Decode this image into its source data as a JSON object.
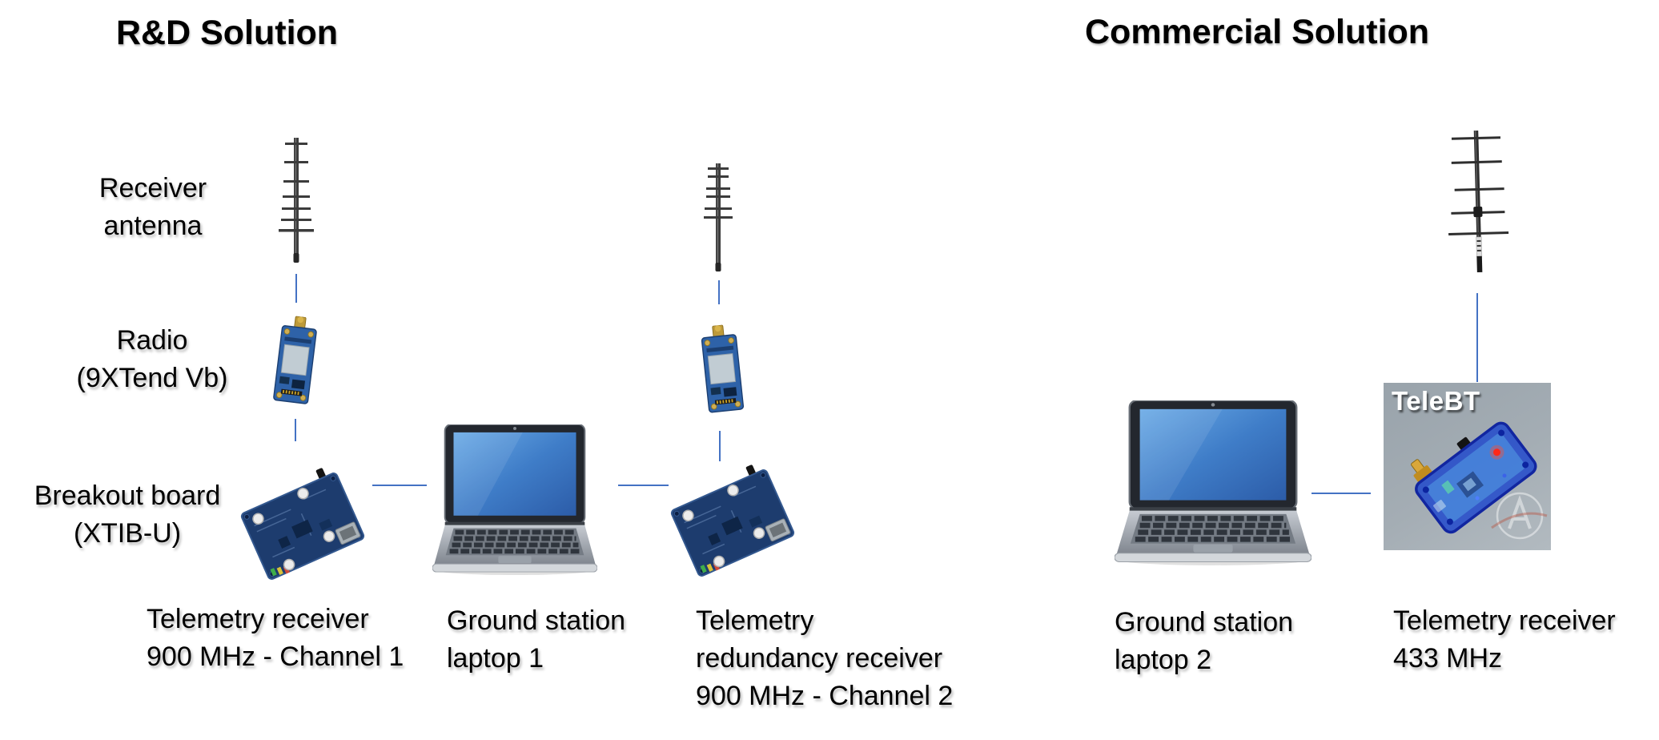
{
  "rd": {
    "title": "R&D Solution",
    "component_labels": {
      "receiver_antenna": [
        "Receiver",
        "antenna"
      ],
      "radio": [
        "Radio",
        "(9XTend Vb)"
      ],
      "breakout_board": [
        "Breakout board",
        "(XTIB-U)"
      ]
    },
    "item_labels": {
      "telemetry_receiver_1": [
        "Telemetry receiver",
        "900 MHz - Channel 1"
      ],
      "ground_station_laptop_1": [
        "Ground station",
        "laptop 1"
      ],
      "telemetry_redundancy_receiver": [
        "Telemetry",
        "redundancy receiver",
        "900 MHz - Channel 2"
      ]
    }
  },
  "commercial": {
    "title": "Commercial Solution",
    "device_badge": "TeleBT",
    "item_labels": {
      "ground_station_laptop_2": [
        "Ground station",
        "laptop 2"
      ],
      "telemetry_receiver_433": [
        "Telemetry receiver",
        "433 MHz"
      ]
    }
  },
  "colors": {
    "connector_line": "#4472C4",
    "label_text": "#000000",
    "telebt_panel_bg": "#A2ABB4",
    "laptop_screen_blue": "#3E7CC4",
    "pcb_blue": "#2E62A8",
    "breakout_navy": "#1D3C6E",
    "antenna_gray": "#3C3C3C"
  }
}
